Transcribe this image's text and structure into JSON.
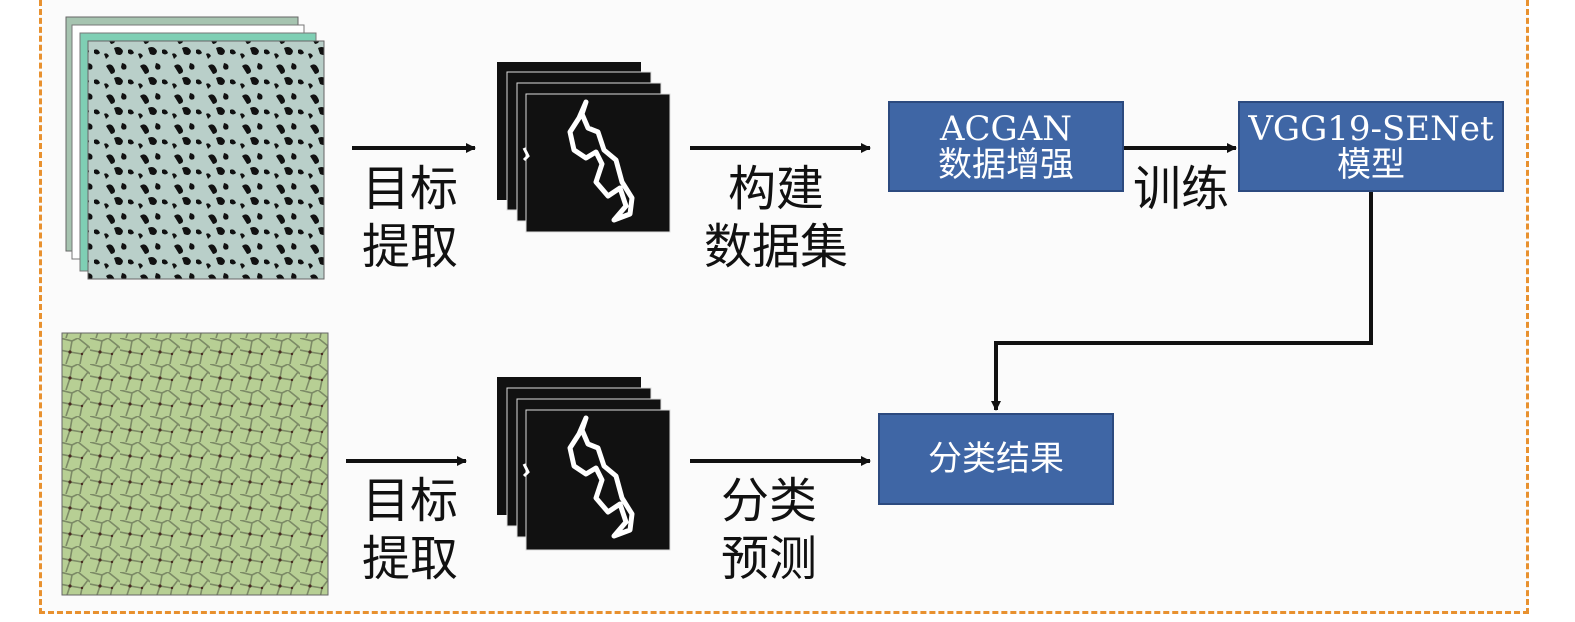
{
  "colors": {
    "frame": "#e8912f",
    "box_fill": "#3f66a5",
    "box_text": "#ffffff",
    "arrow": "#111111"
  },
  "top_row": {
    "step1": {
      "line1": "目标",
      "line2": "提取"
    },
    "step2": {
      "line1": "构建",
      "line2": "数据集"
    },
    "acgan_box": {
      "line1": "ACGAN",
      "line2": "数据增强"
    },
    "train_label": "训练",
    "model_box": {
      "line1": "VGG19-SENet",
      "line2": "模型"
    }
  },
  "bottom_row": {
    "step1": {
      "line1": "目标",
      "line2": "提取"
    },
    "step2": {
      "line1": "分类",
      "line2": "预测"
    },
    "result_box": {
      "label": "分类结果"
    }
  }
}
